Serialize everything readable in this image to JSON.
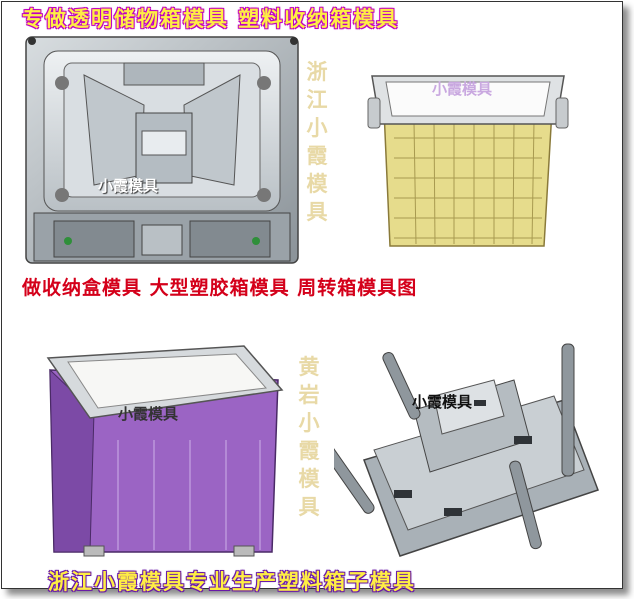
{
  "banners": {
    "top": "专做透明储物箱模具  塑料收纳箱模具",
    "middle": "做收纳盒模具  大型塑胶箱模具  周转箱模具图",
    "bottom": "浙江小霞模具专业生产塑料箱子模具"
  },
  "vertical_top": [
    "浙",
    "江",
    "小",
    "霞",
    "模",
    "具"
  ],
  "vertical_bottom": [
    "黄",
    "岩",
    "小",
    "霞",
    "模",
    "具"
  ],
  "watermarks": [
    "小霞模具",
    "小霞模具",
    "小霞模具",
    "小霞模具"
  ],
  "colors": {
    "top_banner_text": "#ffee44",
    "top_banner_outline": "#c000c0",
    "middle_banner_text": "#d4001a",
    "bottom_banner_outline": "#6a1aa8",
    "vertical_text": "#e8d9a6",
    "yellow_box": "#e6dc8c",
    "purple_box": "#9b64c4"
  }
}
